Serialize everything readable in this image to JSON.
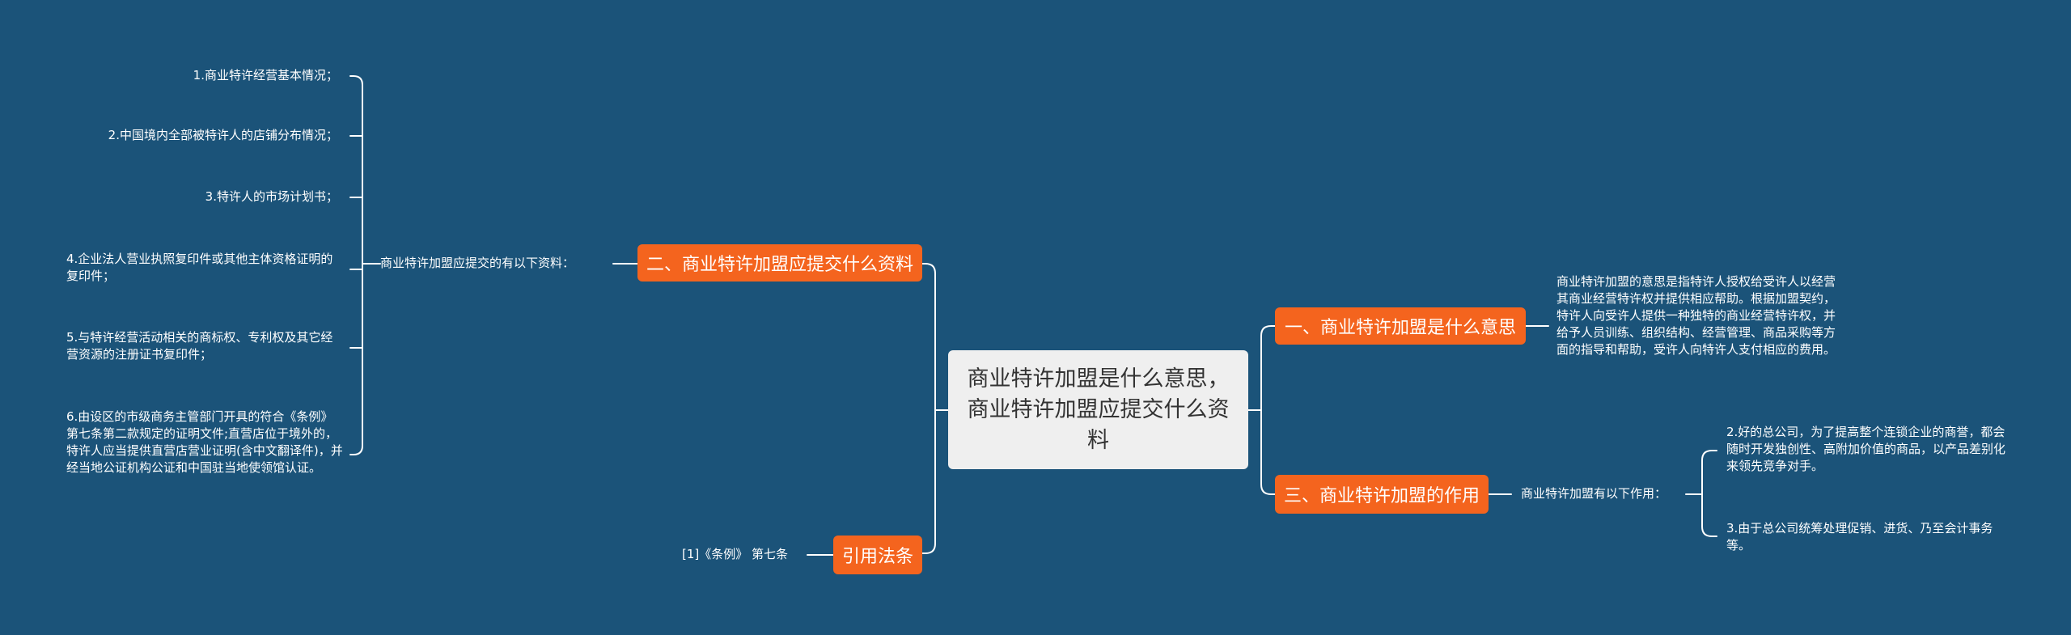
{
  "colors": {
    "background": "#1b5379",
    "branch": "#f4641e",
    "root": "#efefef",
    "line": "#ffffff"
  },
  "root": {
    "title": "商业特许加盟是什么意思，商业特许加盟应提交什么资料"
  },
  "left": {
    "materials": {
      "title": "二、商业特许加盟应提交什么资料",
      "intro": "商业特许加盟应提交的有以下资料：",
      "items": [
        "1.商业特许经营基本情况；",
        "2.中国境内全部被特许人的店铺分布情况；",
        "3.特许人的市场计划书；",
        "4.企业法人营业执照复印件或其他主体资格证明的复印件；",
        "5.与特许经营活动相关的商标权、专利权及其它经营资源的注册证书复印件；",
        "6.由设区的市级商务主管部门开具的符合《条例》第七条第二款规定的证明文件;直营店位于境外的，特许人应当提供直营店营业证明(含中文翻译件)，并经当地公证机构公证和中国驻当地使领馆认证。"
      ]
    },
    "cite": {
      "title": "引用法条",
      "item": "[1]《条例》 第七条"
    }
  },
  "right": {
    "meaning": {
      "title": "一、商业特许加盟是什么意思",
      "text": "商业特许加盟的意思是指特许人授权给受许人以经营其商业经营特许权并提供相应帮助。根据加盟契约，特许人向受许人提供一种独特的商业经营特许权，并给予人员训练、组织结构、经营管理、商品采购等方面的指导和帮助，受许人向特许人支付相应的费用。"
    },
    "role": {
      "title": "三、商业特许加盟的作用",
      "intro": "商业特许加盟有以下作用：",
      "items": [
        "2.好的总公司，为了提高整个连锁企业的商誉，都会随时开发独创性、高附加价值的商品，以产品差别化来领先竞争对手。",
        "3.由于总公司统筹处理促销、进货、乃至会计事务等。"
      ]
    }
  }
}
